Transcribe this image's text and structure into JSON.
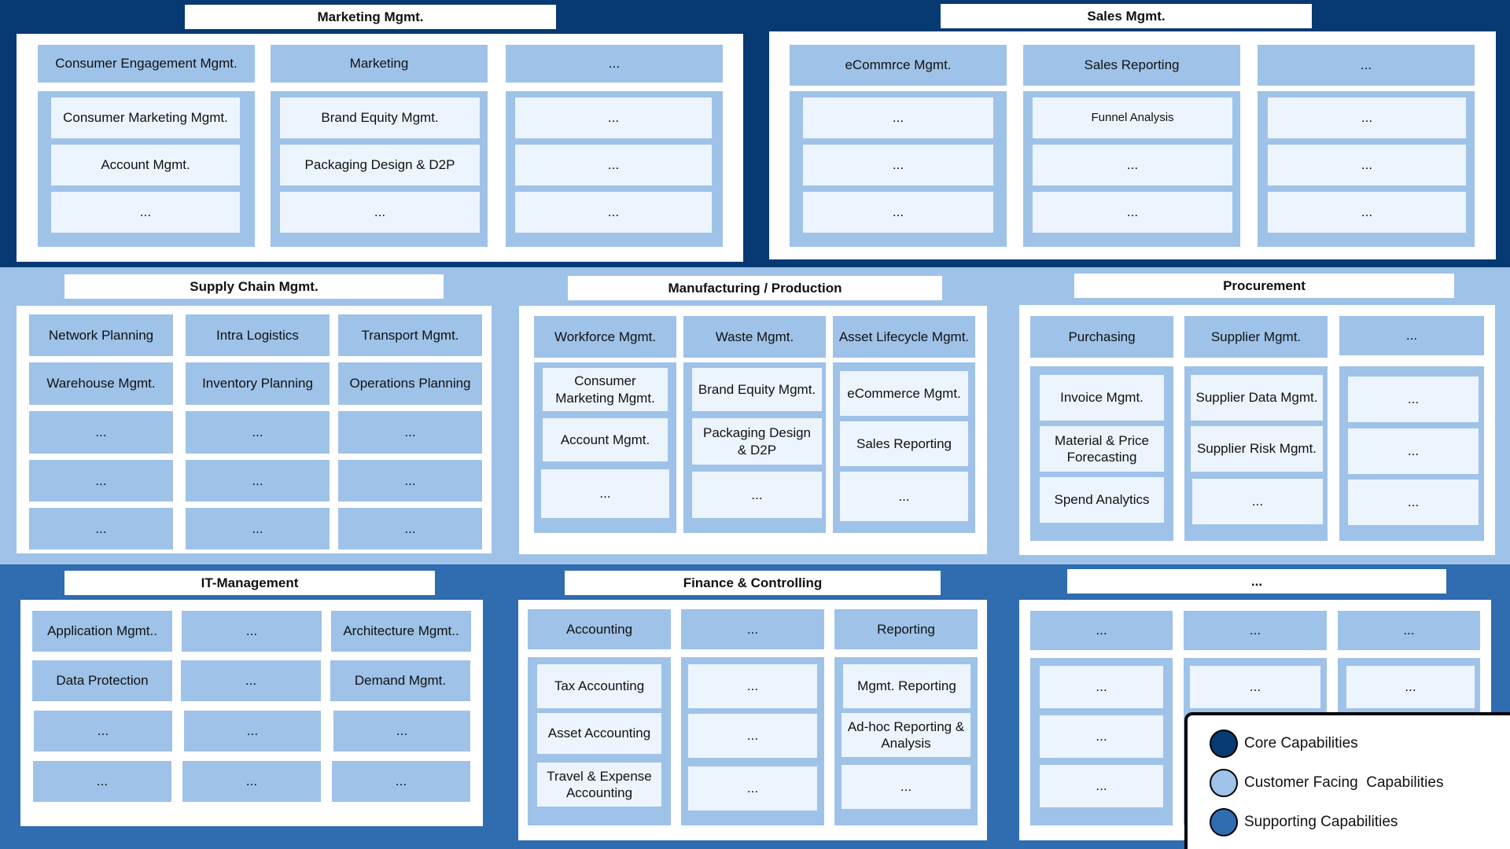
{
  "domains": {
    "marketing": {
      "title": "Marketing Mgmt.",
      "columns": [
        {
          "header": "Consumer Engagement Mgmt.",
          "items": [
            "Consumer Marketing Mgmt.",
            "Account Mgmt.",
            "..."
          ]
        },
        {
          "header": "Marketing",
          "items": [
            "Brand Equity Mgmt.",
            "Packaging Design & D2P",
            "..."
          ]
        },
        {
          "header": "...",
          "items": [
            "...",
            "...",
            "..."
          ]
        }
      ]
    },
    "sales": {
      "title": "Sales Mgmt.",
      "columns": [
        {
          "header": "eCommrce Mgmt.",
          "items": [
            "...",
            "...",
            "..."
          ]
        },
        {
          "header": "Sales Reporting",
          "items": [
            "Funnel Analysis",
            "...",
            "..."
          ]
        },
        {
          "header": "...",
          "items": [
            "...",
            "...",
            "..."
          ]
        }
      ]
    },
    "supply_chain": {
      "title": "Supply Chain Mgmt.",
      "grid": [
        [
          "Network Planning",
          "Intra Logistics",
          "Transport Mgmt."
        ],
        [
          "Warehouse Mgmt.",
          "Inventory Planning",
          "Operations Planning"
        ],
        [
          "...",
          "...",
          "..."
        ],
        [
          "...",
          "...",
          "..."
        ],
        [
          "...",
          "...",
          "..."
        ]
      ]
    },
    "manufacturing": {
      "title": "Manufacturing / Production",
      "columns": [
        {
          "header": "Workforce Mgmt.",
          "items": [
            "Consumer Marketing Mgmt.",
            "Account Mgmt.",
            "..."
          ]
        },
        {
          "header": "Waste Mgmt.",
          "items": [
            "Brand Equity Mgmt.",
            "Packaging Design & D2P",
            "..."
          ]
        },
        {
          "header": "Asset Lifecycle Mgmt.",
          "items": [
            "eCommerce Mgmt.",
            "Sales Reporting",
            "..."
          ]
        }
      ]
    },
    "procurement": {
      "title": "Procurement",
      "columns": [
        {
          "header": "Purchasing",
          "items": [
            "Invoice Mgmt.",
            "Material & Price Forecasting",
            "Spend Analytics"
          ]
        },
        {
          "header": "Supplier Mgmt.",
          "items": [
            "Supplier Data Mgmt.",
            "Supplier Risk Mgmt.",
            "..."
          ]
        },
        {
          "header": "...",
          "items": [
            "...",
            "...",
            "..."
          ]
        }
      ]
    },
    "it": {
      "title": "IT-Management",
      "grid": [
        [
          "Application Mgmt..",
          "...",
          "Architecture Mgmt.."
        ],
        [
          "Data Protection",
          "...",
          "Demand Mgmt."
        ],
        [
          "...",
          "...",
          "..."
        ],
        [
          "...",
          "...",
          "..."
        ]
      ]
    },
    "finance": {
      "title": "Finance & Controlling",
      "columns": [
        {
          "header": "Accounting",
          "items": [
            "Tax Accounting",
            "Asset Accounting",
            "Travel & Expense Accounting"
          ]
        },
        {
          "header": "...",
          "items": [
            "...",
            "...",
            "..."
          ]
        },
        {
          "header": "Reporting",
          "items": [
            "Mgmt. Reporting",
            "Ad-hoc Reporting & Analysis",
            "..."
          ]
        }
      ]
    },
    "other": {
      "title": "...",
      "columns": [
        {
          "header": "...",
          "items": [
            "...",
            "...",
            "..."
          ]
        },
        {
          "header": "...",
          "items": [
            "..."
          ]
        },
        {
          "header": "...",
          "items": [
            "..."
          ]
        }
      ]
    }
  },
  "legend": [
    {
      "label": "Core Capabilities",
      "color": "#073a73"
    },
    {
      "label": "Customer Facing  Capabilities",
      "color": "#9fc2e8"
    },
    {
      "label": "Supporting Capabilities",
      "color": "#2f6cb0"
    }
  ]
}
